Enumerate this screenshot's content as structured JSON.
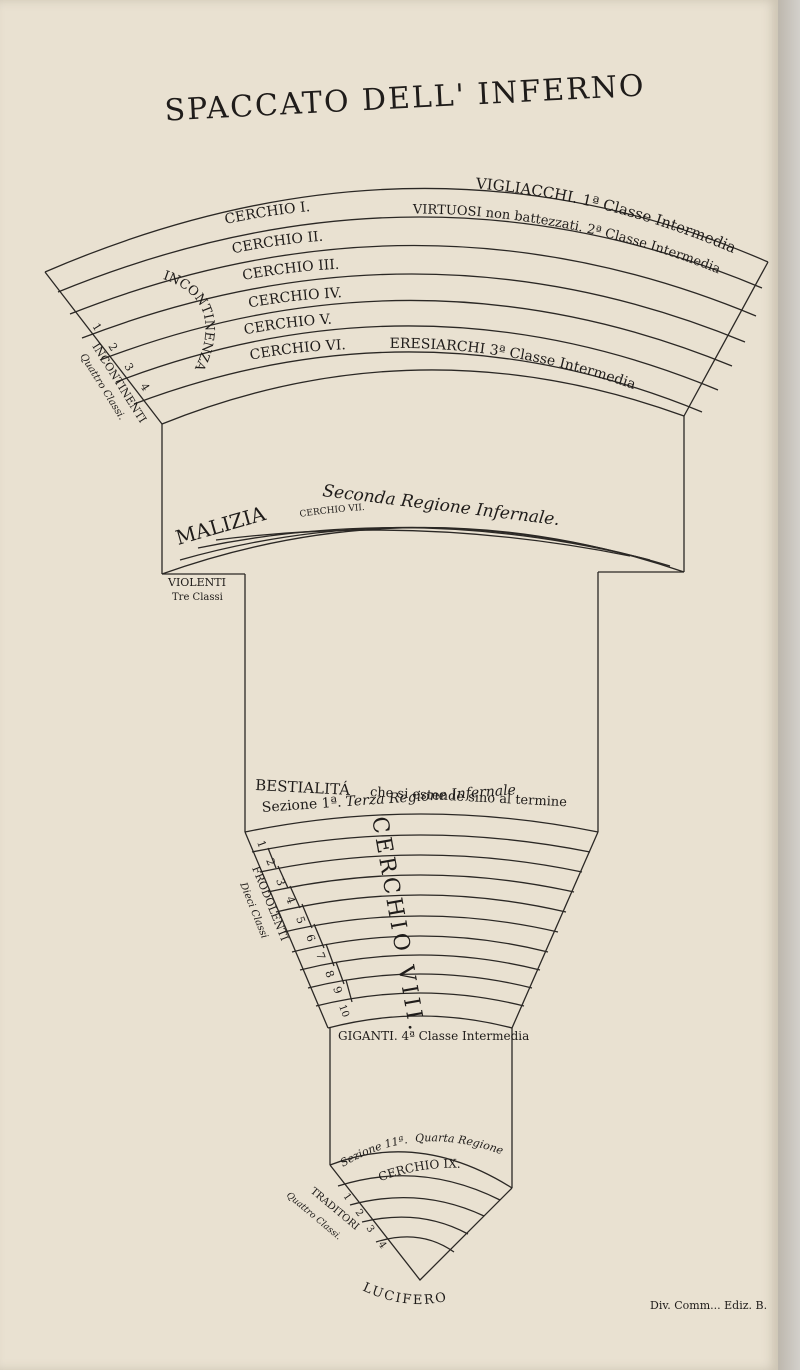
{
  "title": "SPACCATO DELL' INFERNO",
  "upper": {
    "arc_labels": [
      "VIGLIACCHI. 1ª Classe Intermedia",
      "VIRTUOSI non battezzati. 2ª Classe Intermedia",
      "ERESIARCHI 3ª Classe Intermedia"
    ],
    "circles": [
      "CERCHIO I.",
      "CERCHIO II.",
      "CERCHIO III.",
      "CERCHIO IV.",
      "CERCHIO V.",
      "CERCHIO VI."
    ],
    "incontinenza": "INCONTINENZA",
    "side_numbers": [
      "1",
      "2",
      "3",
      "4"
    ],
    "side_label_1": "INCONTINENTI",
    "side_label_2": "Quattro Classi."
  },
  "second": {
    "malizia": "MALIZIA",
    "region": "Seconda Regione Infernale.",
    "circle": "CERCHIO VII.",
    "violenti": "VIOLENTI",
    "tre_classi": "Tre Classi"
  },
  "third": {
    "bestialita": "BESTIALITÁ",
    "bestialita_rest": "che si estende sino al termine",
    "sezione": "Sezione 1ª.",
    "region": "Terza Regione Infernale",
    "circle": "CERCHIO VIII.",
    "numbers": [
      "1",
      "2",
      "3",
      "4",
      "5",
      "6",
      "7",
      "8",
      "9",
      "10"
    ],
    "frodolenti": "FRODOLENTI",
    "dieci_classi": "Dieci Classi"
  },
  "fourth": {
    "giganti": "GIGANTI. 4ª Classe Intermedia",
    "sezione": "Sezione 11ª.",
    "region": "Quarta Regione",
    "circle": "CERCHIO IX.",
    "numbers": [
      "1",
      "2",
      "3",
      "4"
    ],
    "traditori": "TRADITORI",
    "quattro_classi": "Quattro Classi.",
    "lucifero": "LUCIFERO"
  },
  "footer": "Div. Comm... Ediz. B."
}
